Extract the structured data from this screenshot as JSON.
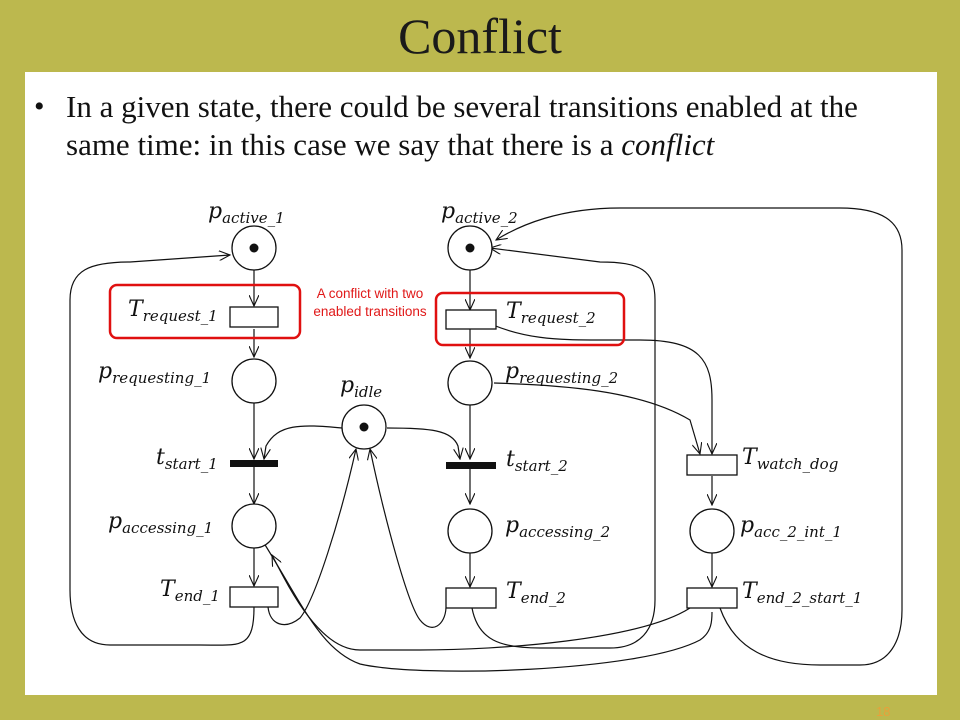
{
  "slide": {
    "title": "Conflict",
    "bullet_marker": "•",
    "bullet_text_1": "In a given state, there could be several transitions enabled at the same time: in this case we say that there is a ",
    "bullet_text_emph": "conflict",
    "page_number": "18"
  },
  "annotation": {
    "text": "A conflict with two enabled transitions",
    "color": "#e01818"
  },
  "diagram": {
    "places": [
      {
        "id": "p_active_1",
        "base": "p",
        "sub": "active_1",
        "token": true
      },
      {
        "id": "p_requesting_1",
        "base": "p",
        "sub": "requesting_1",
        "token": false
      },
      {
        "id": "p_accessing_1",
        "base": "p",
        "sub": "accessing_1",
        "token": false
      },
      {
        "id": "p_idle",
        "base": "p",
        "sub": "idle",
        "token": true
      },
      {
        "id": "p_active_2",
        "base": "p",
        "sub": "active_2",
        "token": true
      },
      {
        "id": "p_requesting_2",
        "base": "p",
        "sub": "requesting_2",
        "token": false
      },
      {
        "id": "p_accessing_2",
        "base": "p",
        "sub": "accessing_2",
        "token": false
      },
      {
        "id": "p_acc_2_int_1",
        "base": "p",
        "sub": "acc_2_int_1",
        "token": false
      }
    ],
    "transitions": [
      {
        "id": "T_request_1",
        "base": "T",
        "sub": "request_1",
        "kind": "timed"
      },
      {
        "id": "t_start_1",
        "base": "t",
        "sub": "start_1",
        "kind": "immediate"
      },
      {
        "id": "T_end_1",
        "base": "T",
        "sub": "end_1",
        "kind": "timed"
      },
      {
        "id": "T_request_2",
        "base": "T",
        "sub": "request_2",
        "kind": "timed"
      },
      {
        "id": "t_start_2",
        "base": "t",
        "sub": "start_2",
        "kind": "immediate"
      },
      {
        "id": "T_end_2",
        "base": "T",
        "sub": "end_2",
        "kind": "timed"
      },
      {
        "id": "T_watch_dog",
        "base": "T",
        "sub": "watch_dog",
        "kind": "timed"
      },
      {
        "id": "T_end_2_start_1",
        "base": "T",
        "sub": "end_2_start_1",
        "kind": "timed"
      }
    ],
    "conflict_transitions": [
      "T_request_1",
      "T_request_2"
    ]
  }
}
